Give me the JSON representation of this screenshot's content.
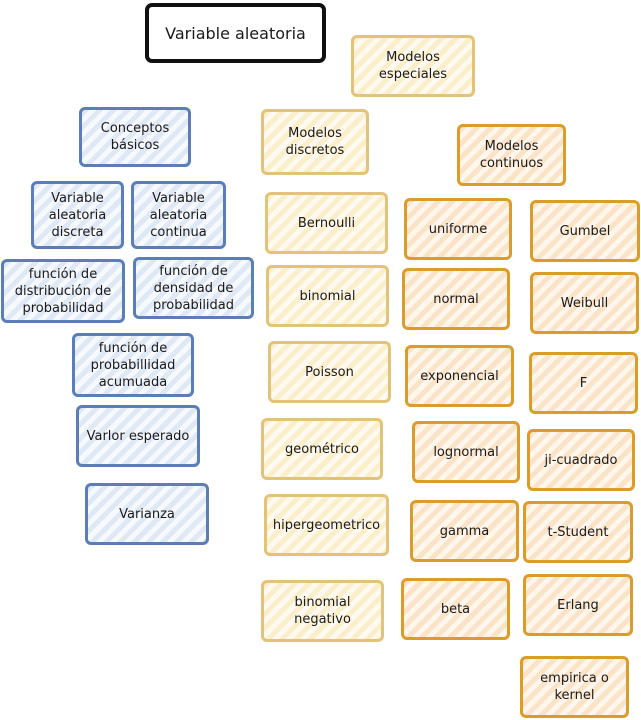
{
  "title": "Variable aleatoria",
  "modelos_especiales": "Modelos especiales",
  "basicos": {
    "header": "Conceptos básicos",
    "items": [
      "Variable aleatoria discreta",
      "Variable aleatoria continua",
      "función de distribución de probabilidad",
      "función de densidad de probabilidad",
      "función de probabillidad acumuada",
      "Varlor esperado",
      "Varianza"
    ]
  },
  "discretos": {
    "header": "Modelos discretos",
    "items": [
      "Bernoulli",
      "binomial",
      "Poisson",
      "geométrico",
      "hipergeometrico",
      "binomial negativo"
    ]
  },
  "continuos": {
    "header": "Modelos continuos",
    "items": [
      "uniforme",
      "normal",
      "exponencial",
      "lognormal",
      "gamma",
      "beta",
      "Gumbel",
      "Weibull",
      "F",
      "ji-cuadrado",
      "t-Student",
      "Erlang",
      "empirica o kernel"
    ]
  },
  "colors": {
    "title_border": "#111111",
    "blue": "#5b7db8",
    "light_orange": "#e3c27a",
    "orange": "#dc9c2a"
  }
}
